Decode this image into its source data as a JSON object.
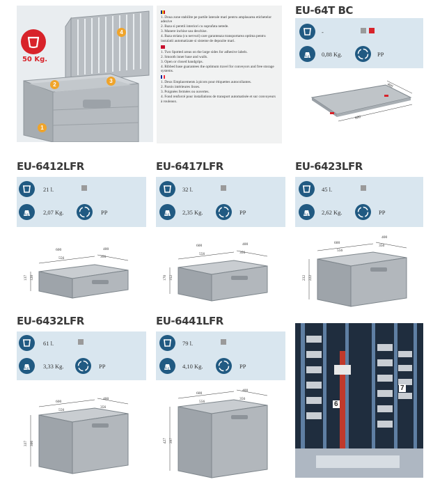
{
  "hero": {
    "weight_badge": "50 Kg.",
    "callouts": [
      "1",
      "2",
      "3",
      "4"
    ]
  },
  "notes": {
    "ro": [
      "1. Doua zone stabilite pe partile laterale mari pentru amplasarea etichetelor adezive",
      "2. Baza si peretii interiori cu suprafata netede.",
      "3. Manere inchise sau deschise.",
      "4. Baza striata (cu nervuri) care garanteaza transportarea optima pentru instalatii automatizate si sisteme de depozite mari."
    ],
    "en": [
      "1. Two Spotted areas on the large sides for adhesive labels.",
      "2. Smooth inner base and walls.",
      "3. Open or closed handgrips.",
      "4. Ribbed base guarantees the optimum travel for conveyors and free storage systems."
    ],
    "fr": [
      "1. Deux Emplacements à picots pour étiquettes autocollantes.",
      "2. Parois intérieures lisses.",
      "3. Poignées fermées ou ouvertes.",
      "4. Fond renforcé pour installations de transport automatisée et sur convoyeurs à rouleaux."
    ]
  },
  "products": [
    {
      "name": "EU-64T BC",
      "volume": "-",
      "weight": "0,88 Kg.",
      "material": "PP",
      "dims": [
        "600",
        "400"
      ]
    },
    {
      "name": "EU-6412LFR",
      "volume": "21 l.",
      "weight": "2,07 Kg.",
      "material": "PP",
      "dims": [
        "600",
        "400",
        "556",
        "356",
        "137",
        "120"
      ]
    },
    {
      "name": "EU-6417LFR",
      "volume": "32 l.",
      "weight": "2,35 Kg.",
      "material": "PP",
      "dims": [
        "600",
        "400",
        "556",
        "356",
        "170",
        "152"
      ]
    },
    {
      "name": "EU-6423LFR",
      "volume": "45 l.",
      "weight": "2,62 Kg.",
      "material": "PP",
      "dims": [
        "600",
        "400",
        "556",
        "356",
        "232",
        "222"
      ]
    },
    {
      "name": "EU-6432LFR",
      "volume": "61 l.",
      "weight": "3,33 Kg.",
      "material": "PP",
      "dims": [
        "600",
        "400",
        "556",
        "356",
        "337",
        "306"
      ]
    },
    {
      "name": "EU-6441LFR",
      "volume": "79 l.",
      "weight": "4,10 Kg.",
      "material": "PP",
      "dims": [
        "600",
        "400",
        "556",
        "356",
        "427",
        "397"
      ]
    }
  ],
  "photo": {
    "labels": [
      "6",
      "7"
    ]
  }
}
